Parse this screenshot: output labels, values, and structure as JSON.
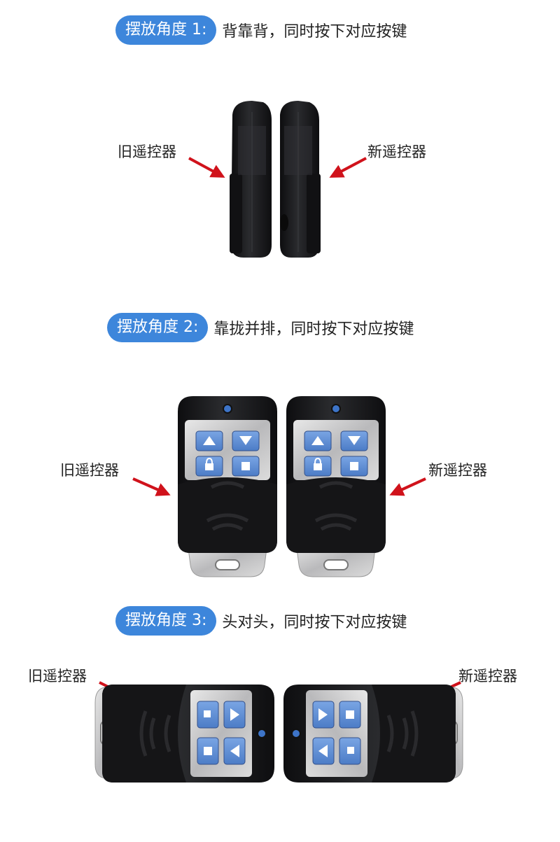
{
  "section1": {
    "pill": "摆放角度 1:",
    "desc": "背靠背，同时按下对应按键",
    "old_label": "旧遥控器",
    "new_label": "新遥控器"
  },
  "section2": {
    "pill": "摆放角度 2:",
    "desc": "靠拢并排，同时按下对应按键",
    "old_label": "旧遥控器",
    "new_label": "新遥控器"
  },
  "section3": {
    "pill": "摆放角度 3:",
    "desc": "头对头，同时按下对应按键",
    "old_label": "旧遥控器",
    "new_label": "新遥控器"
  },
  "colors": {
    "pill": "#3d86db",
    "arrow": "#d0121b",
    "button": "#5e8fd6",
    "shell": "#1c1c1e"
  }
}
